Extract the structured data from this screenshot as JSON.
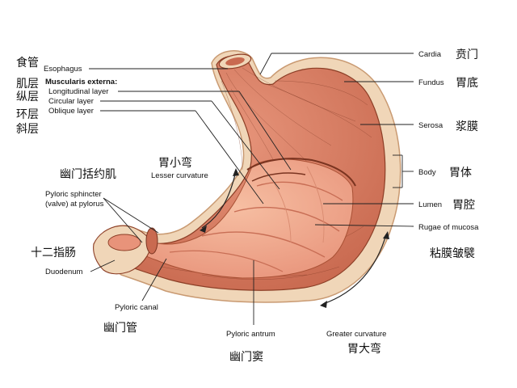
{
  "labels": {
    "esophagus": "Esophagus",
    "muscularis_externa": "Muscularis externa:",
    "longitudinal_layer": "Longitudinal layer",
    "circular_layer": "Circular layer",
    "oblique_layer": "Oblique layer",
    "lesser_curvature": "Lesser curvature",
    "pyloric_sphincter_line1": "Pyloric sphincter",
    "pyloric_sphincter_line2": "(valve) at pylorus",
    "duodenum": "Duodenum",
    "pyloric_canal": "Pyloric canal",
    "pyloric_antrum": "Pyloric antrum",
    "greater_curvature": "Greater curvature",
    "cardia": "Cardia",
    "fundus": "Fundus",
    "serosa": "Serosa",
    "body": "Body",
    "lumen": "Lumen",
    "rugae": "Rugae of mucosa"
  },
  "chinese": {
    "esophagus": "食管",
    "muscle_layer": "肌层",
    "longitudinal": "纵层",
    "circular": "环层",
    "oblique": "斜层",
    "pyloric_sphincter": "幽门括约肌",
    "lesser_curvature": "胃小弯",
    "duodenum": "十二指肠",
    "pyloric_canal": "幽门管",
    "pyloric_antrum": "幽门窦",
    "greater_curvature": "胃大弯",
    "cardia": "贲门",
    "fundus": "胃底",
    "serosa": "浆膜",
    "body": "胃体",
    "lumen": "胃腔",
    "rugae": "粘膜皱襞"
  },
  "colors": {
    "serosa": "#f0d6b8",
    "serosa_edge": "#c99a72",
    "muscle": "#d9836a",
    "muscle_dark": "#b9614a",
    "muscle_edge": "#8c3e26",
    "mucosa": "#f0a587",
    "mucosa_light": "#f6c0a6"
  }
}
